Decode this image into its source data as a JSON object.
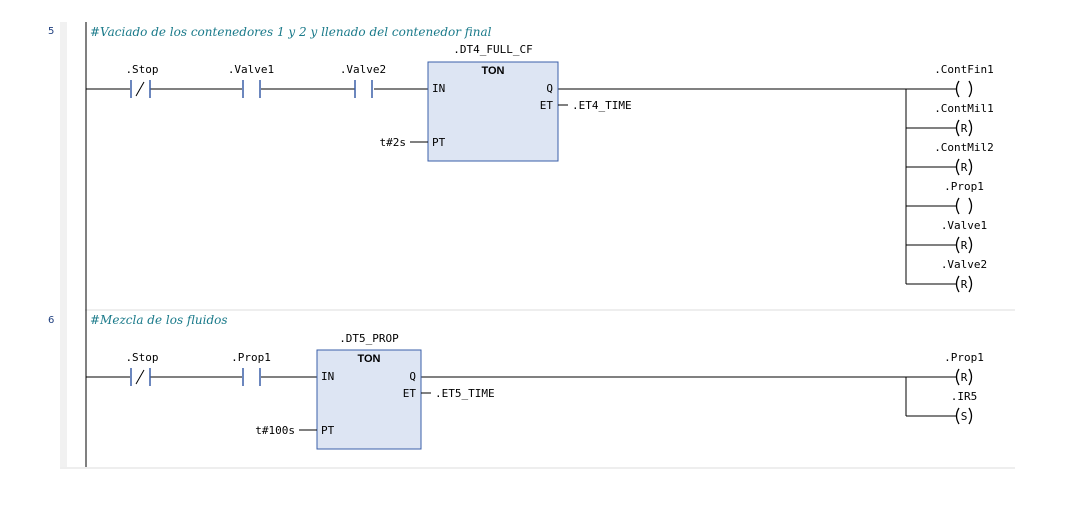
{
  "colors": {
    "gutter": "#f1f1f1",
    "separator": "#dcdcdc",
    "wire": "#000000",
    "comment": "#1a7a8a",
    "contact": "#3a5fa8",
    "block_fill": "#dde5f3",
    "block_border": "#3a5fa8",
    "network_number": "#1f3f7f"
  },
  "networks": [
    {
      "number": "5",
      "comment": "#Vaciado de los contenedores 1 y 2 y llenado del contenedor final",
      "contacts": [
        {
          "variable": ".Stop",
          "type": "negated"
        },
        {
          "variable": ".Valve1",
          "type": "normal"
        },
        {
          "variable": ".Valve2",
          "type": "normal"
        }
      ],
      "block": {
        "instance": ".DT4_FULL_CF",
        "type": "TON",
        "pin_in": "IN",
        "pin_pt": "PT",
        "pin_q": "Q",
        "pin_et": "ET",
        "pt_value": "t#2s",
        "et_variable": ".ET4_TIME"
      },
      "coils": [
        {
          "variable": ".ContFin1",
          "symbol": " "
        },
        {
          "variable": ".ContMil1",
          "symbol": "R"
        },
        {
          "variable": ".ContMil2",
          "symbol": "R"
        },
        {
          "variable": ".Prop1",
          "symbol": " "
        },
        {
          "variable": ".Valve1",
          "symbol": "R"
        },
        {
          "variable": ".Valve2",
          "symbol": "R"
        }
      ]
    },
    {
      "number": "6",
      "comment": "#Mezcla de los fluidos",
      "contacts": [
        {
          "variable": ".Stop",
          "type": "negated"
        },
        {
          "variable": ".Prop1",
          "type": "normal"
        }
      ],
      "block": {
        "instance": ".DT5_PROP",
        "type": "TON",
        "pin_in": "IN",
        "pin_pt": "PT",
        "pin_q": "Q",
        "pin_et": "ET",
        "pt_value": "t#100s",
        "et_variable": ".ET5_TIME"
      },
      "coils": [
        {
          "variable": ".Prop1",
          "symbol": "R"
        },
        {
          "variable": ".IR5",
          "symbol": "S"
        }
      ]
    }
  ]
}
